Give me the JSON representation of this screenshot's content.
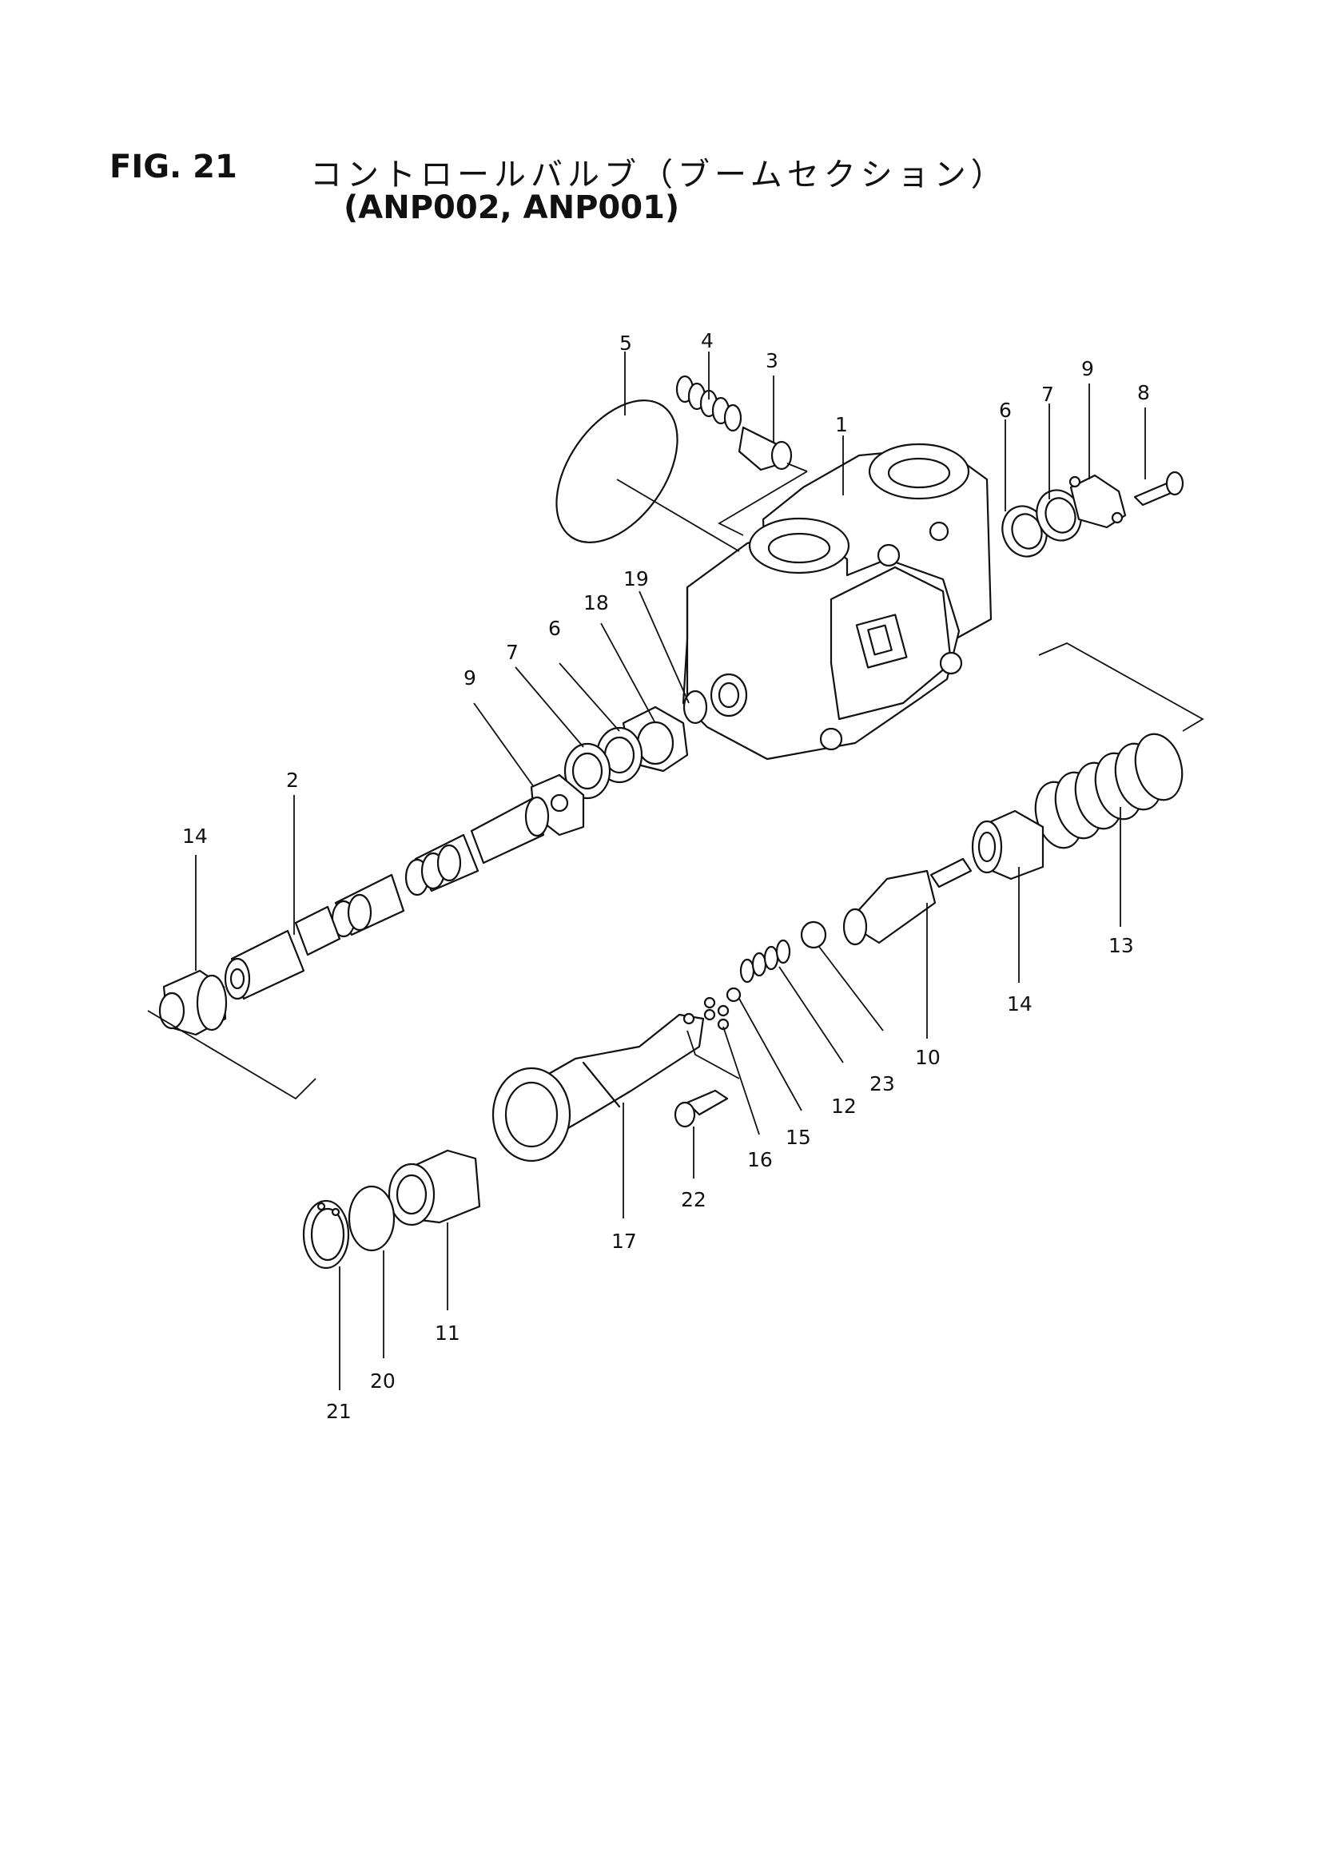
{
  "header": {
    "figure_number": "FIG. 21",
    "title_japanese": "コントロールバルブ（ブームセクション）",
    "models": "(ANP002, ANP001)"
  },
  "callouts": [
    "5",
    "4",
    "3",
    "1",
    "6",
    "7",
    "9",
    "8",
    "19",
    "18",
    "6",
    "7",
    "9",
    "2",
    "14",
    "13",
    "14",
    "10",
    "23",
    "12",
    "15",
    "16",
    "17",
    "22",
    "11",
    "20",
    "21"
  ]
}
